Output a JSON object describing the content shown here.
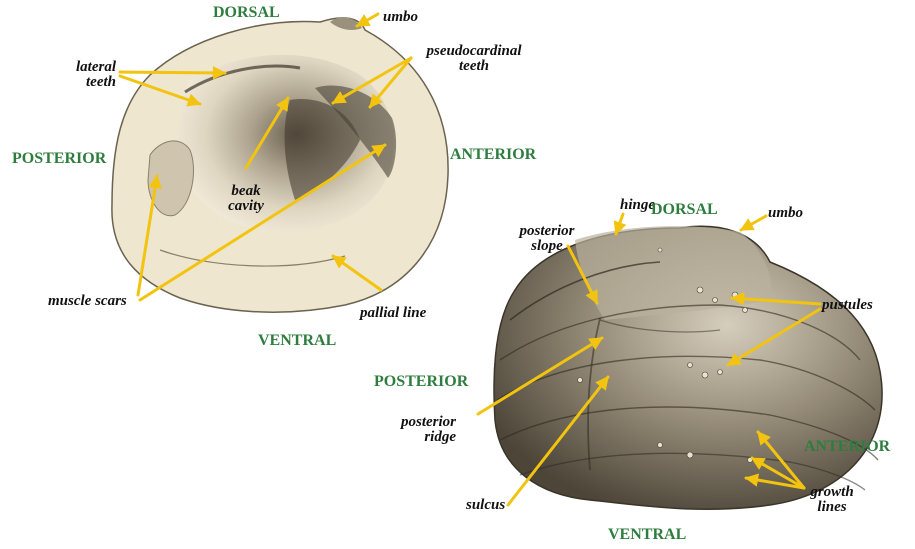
{
  "colors": {
    "arrow": "#f2c40f",
    "direction": "#2e7d3e",
    "label": "#111111",
    "interior_shell": "#efe6cf",
    "exterior_shell": "#8a8170"
  },
  "interior_view": {
    "directions": {
      "dorsal": "DORSAL",
      "posterior": "POSTERIOR",
      "anterior": "ANTERIOR",
      "ventral": "VENTRAL"
    },
    "labels": {
      "umbo": "umbo",
      "lateral_teeth": [
        "lateral",
        "teeth"
      ],
      "pseudocardinal_teeth": [
        "pseudocardinal",
        "teeth"
      ],
      "beak_cavity": [
        "beak",
        "cavity"
      ],
      "muscle_scars": "muscle scars",
      "pallial_line": "pallial line"
    }
  },
  "exterior_view": {
    "directions": {
      "dorsal": "DORSAL",
      "posterior": "POSTERIOR",
      "anterior": "ANTERIOR",
      "ventral": "VENTRAL"
    },
    "labels": {
      "hinge": "hinge",
      "umbo": "umbo",
      "posterior_slope": [
        "posterior",
        "slope"
      ],
      "pustules": "pustules",
      "posterior_ridge": [
        "posterior",
        "ridge"
      ],
      "sulcus": "sulcus",
      "growth_lines": [
        "growth",
        "lines"
      ]
    }
  }
}
